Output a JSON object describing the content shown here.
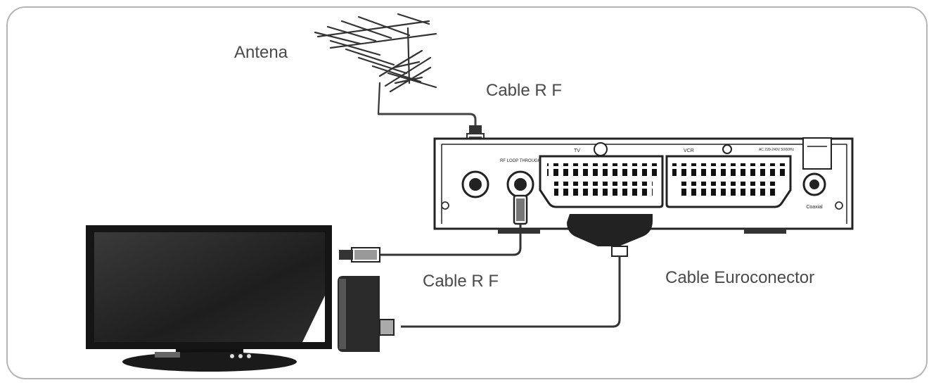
{
  "labels": {
    "antenna": "Antena",
    "cable_rf_top": "Cable R F",
    "cable_rf_bottom": "Cable R F",
    "cable_scart": "Cable Euroconector"
  },
  "device_panel": {
    "rf_out_label": "RF LOOP THROUGH",
    "tv_label": "TV",
    "vcr_label": "VCR",
    "power_label": "AC 220-240V 50/60Hz",
    "coaxial_label": "Coaxial"
  },
  "colors": {
    "frame_border": "#b5b5b5",
    "text": "#4a4a4a",
    "line": "#333333",
    "tv_screen": "#222222"
  },
  "icons": {
    "antenna": "antenna-icon",
    "tv": "tv-icon",
    "receiver": "receiver-icon"
  }
}
